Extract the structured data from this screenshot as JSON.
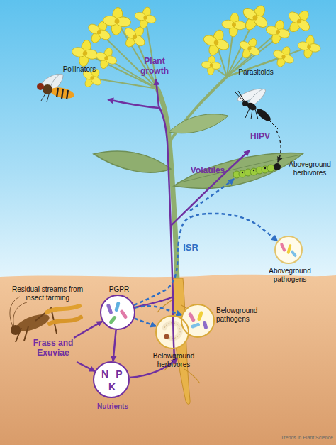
{
  "diagram": {
    "nodes": [
      {
        "text": [
          "Aboveground pathogens"
        ]
      },
      {
        "text": [
          "PGPR"
        ]
      },
      {
        "text": [
          "Residual streams from insect farming",
          "Frass and Exuviae"
        ]
      },
      {
        "text": [
          "Belowground pathogens"
        ]
      },
      {
        "text": [
          "Belowground herbivores"
        ]
      },
      {
        "text": [
          "N",
          "P",
          "K",
          "Nutrients"
        ]
      }
    ],
    "edges": [
      {
        "from": 2,
        "to": 1,
        "arrow": "to"
      },
      {
        "from": 2,
        "to": 5,
        "arrow": "to"
      },
      {
        "from": 1,
        "to": 5,
        "arrow": "to"
      },
      {
        "from": 1,
        "to": 4,
        "arrow": "to"
      },
      {
        "from": 1,
        "to": 3,
        "arrow": "to"
      },
      {
        "from": 1,
        "to": 0,
        "arrow": "to",
        "label": "ISR"
      }
    ],
    "labels": [
      "Plant growth",
      "Pollinators",
      "Parasitoids",
      "HIPV",
      "Volatiles",
      "Aboveground herbivores",
      "Trends in Plant Science"
    ]
  }
}
